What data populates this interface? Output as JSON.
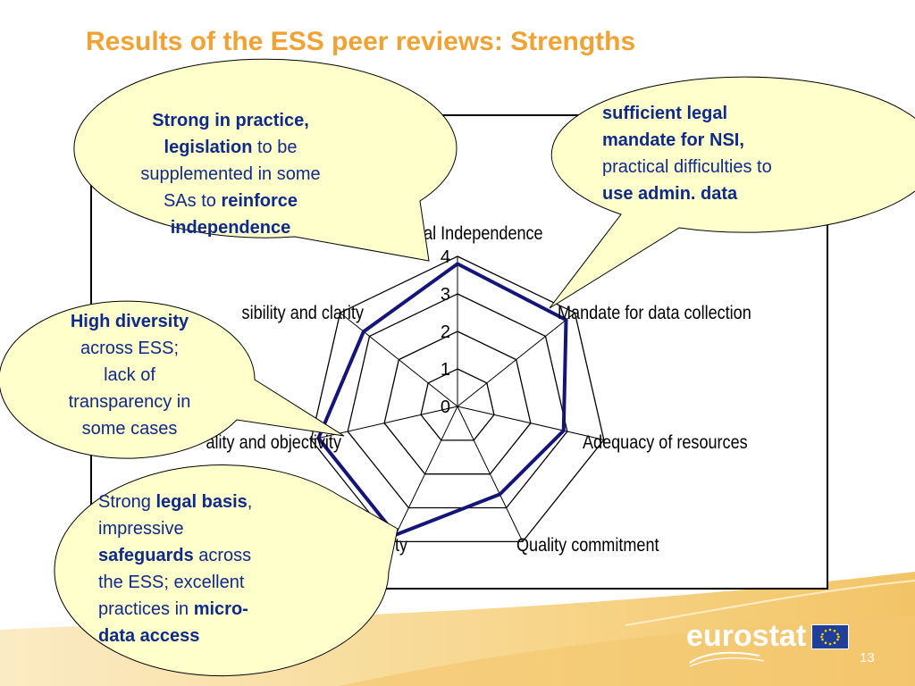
{
  "title": "Results of the ESS peer reviews: Strengths",
  "chart_data": {
    "type": "radar",
    "axes": [
      "Professional Independence",
      "Mandate for data collection",
      "Adequacy of resources",
      "Quality commitment",
      "Statistical confidentiality",
      "Impartiality and objectivity",
      "Accessibility and clarity"
    ],
    "axis_labels_visible": [
      "ional Independence",
      "Mandate for data collection",
      "Adequacy of resources",
      "Quality commitment",
      "ty",
      "ality and objectivity",
      "sibility and clarity"
    ],
    "range": [
      0,
      4
    ],
    "ticks": [
      "0",
      "1",
      "2",
      "3",
      "4"
    ],
    "series": [
      {
        "values": [
          3.8,
          3.7,
          2.9,
          2.6,
          3.8,
          3.8,
          3.2
        ],
        "color": "#14147A"
      }
    ],
    "grid_color": "#000000"
  },
  "callouts": {
    "top_left": {
      "line1_bold": "Strong in practice,",
      "line2_bold": "legislation",
      "line2_rest": " to be",
      "line3": "supplemented in some",
      "line4_pre": "SAs to ",
      "line4_bold": "reinforce",
      "line5_bold": "independence"
    },
    "top_right": {
      "line1_bold": "sufficient legal",
      "line2_bold": "mandate for NSI,",
      "line3": "practical difficulties to",
      "line4_bold": "use admin. data"
    },
    "mid_left": {
      "line1_bold": "High diversity",
      "line2": "across ESS;",
      "line3": "lack of",
      "line4": "transparency in",
      "line5": "some cases"
    },
    "bottom_left": {
      "line1_pre": "Strong ",
      "line1_bold": "legal basis",
      "line1_post": ",",
      "line2": "impressive",
      "line3_bold": "safeguards",
      "line3_rest": " across",
      "line4": "the ESS; excellent",
      "line5_pre": "practices in ",
      "line5_bold": "micro-",
      "line6_bold": "data access"
    }
  },
  "footer": {
    "logo_text": "eurostat",
    "page_number": "13"
  },
  "colors": {
    "title": "#F2A233",
    "callout_fill": "#FFFFCC",
    "callout_text": "#0E2A8A",
    "band": "#F9DE9E",
    "band_dark": "#F2C466"
  }
}
